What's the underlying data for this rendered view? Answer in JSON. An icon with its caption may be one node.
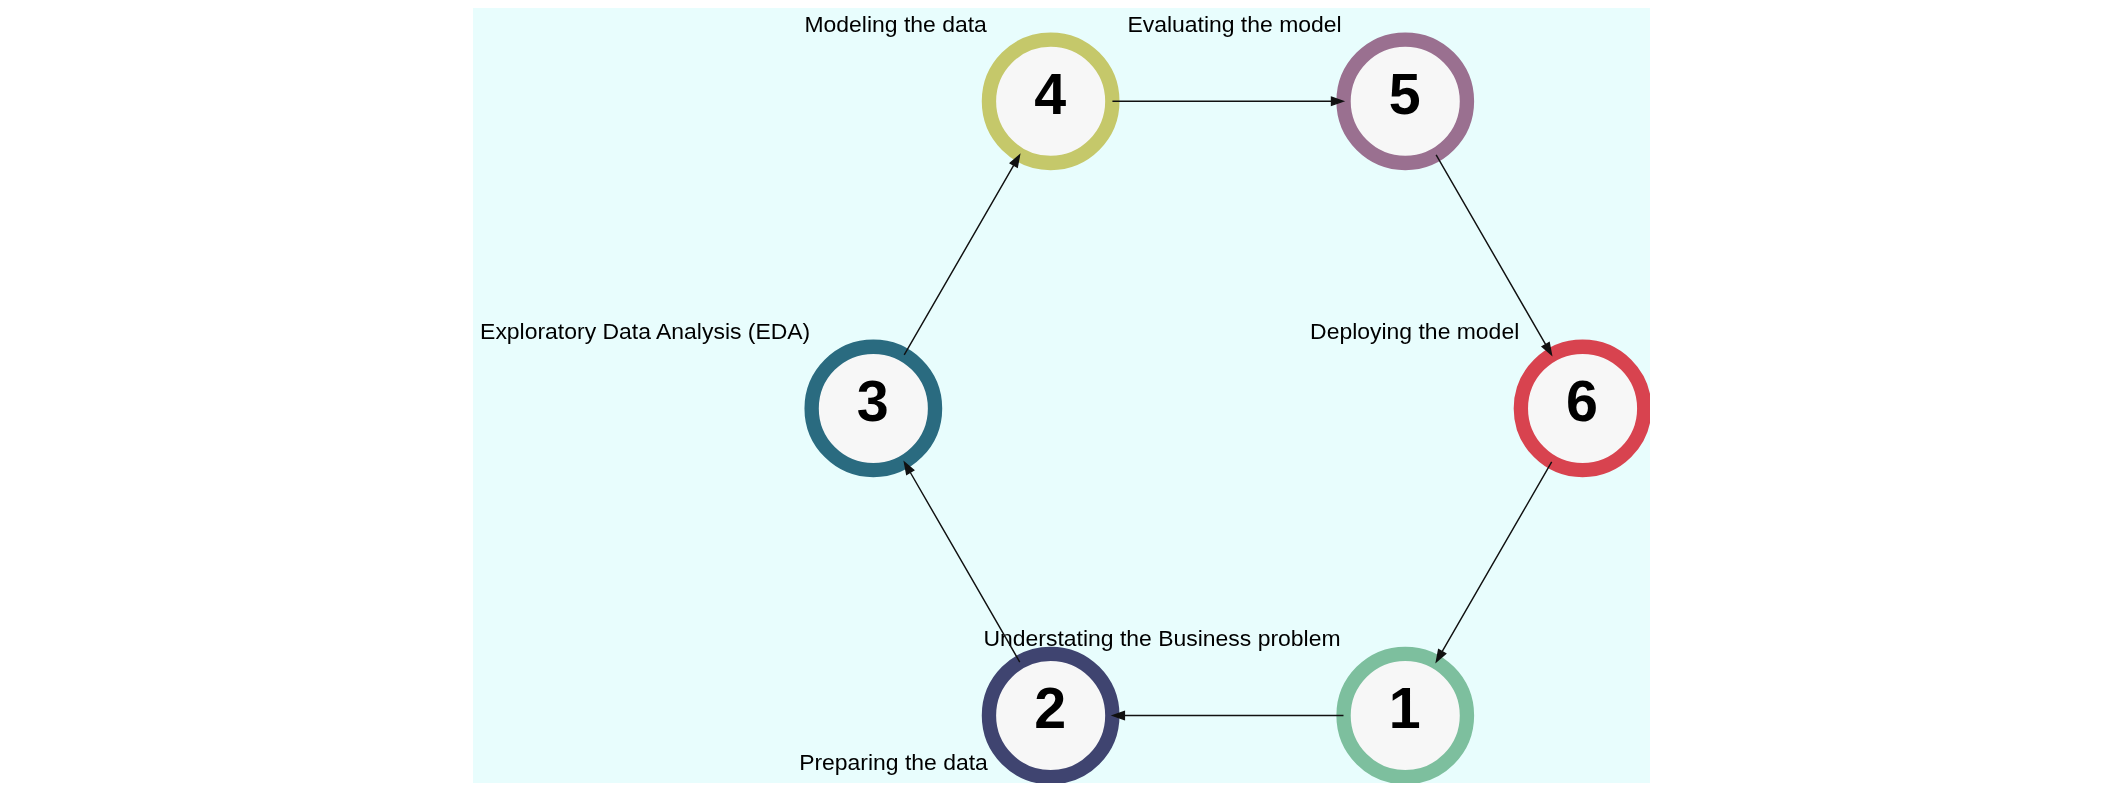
{
  "diagram": {
    "nodes": [
      {
        "text": [
          "1"
        ],
        "beside": [
          "Understating the Business problem"
        ]
      },
      {
        "text": [
          "2"
        ],
        "beside": [
          "Preparing the data"
        ]
      },
      {
        "text": [
          "3"
        ],
        "beside": [
          "Exploratory Data Analysis (EDA)"
        ]
      },
      {
        "text": [
          "4"
        ],
        "beside": [
          "Modeling the data"
        ]
      },
      {
        "text": [
          "5"
        ],
        "beside": [
          "Evaluating the model"
        ]
      },
      {
        "text": [
          "6"
        ],
        "beside": [
          "Deploying the model"
        ]
      }
    ],
    "edges": [
      {
        "from": 0,
        "to": 1,
        "arrow": "to"
      },
      {
        "from": 1,
        "to": 2,
        "arrow": "to"
      },
      {
        "from": 2,
        "to": 3,
        "arrow": "to"
      },
      {
        "from": 3,
        "to": 4,
        "arrow": "to"
      },
      {
        "from": 4,
        "to": 5,
        "arrow": "to"
      },
      {
        "from": 5,
        "to": 0,
        "arrow": "to"
      }
    ]
  }
}
